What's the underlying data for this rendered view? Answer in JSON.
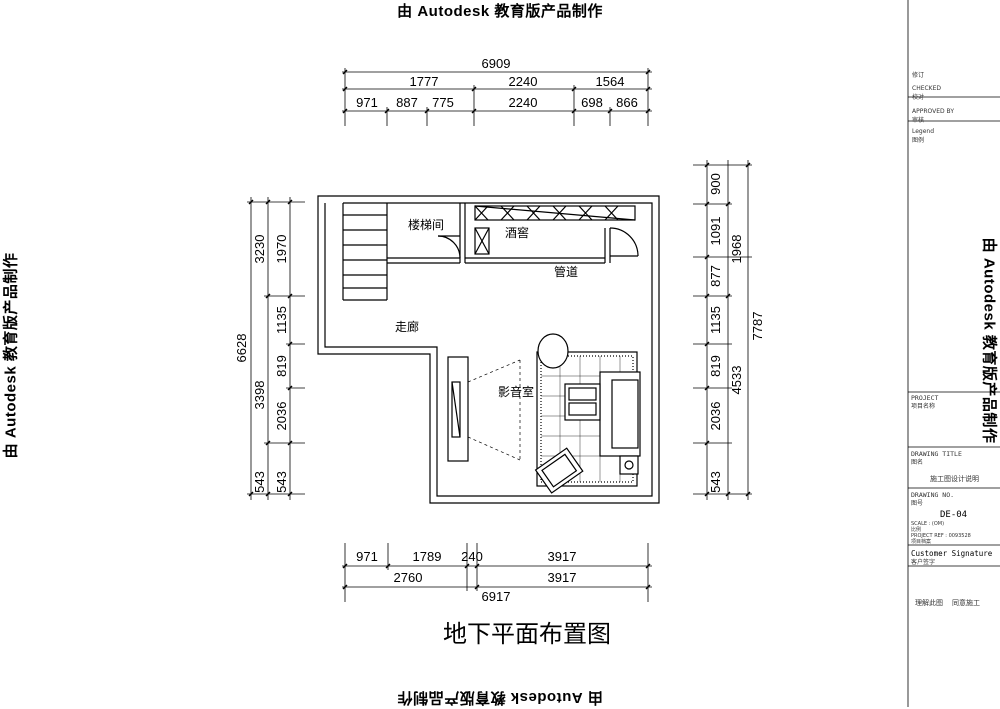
{
  "watermark": "由 Autodesk 教育版产品制作",
  "drawing_title": "地下平面布置图",
  "dimensions": {
    "top_total": "6909",
    "top_row1": [
      "1777",
      "2240",
      "1564"
    ],
    "top_row2": [
      "971",
      "887",
      "775",
      "2240",
      "698",
      "866"
    ],
    "bottom_row1": [
      "971",
      "1789",
      "240",
      "3917"
    ],
    "bottom_row2": [
      "2760",
      "3917"
    ],
    "bottom_total": "6917",
    "left_total": "6628",
    "left_row1": [
      "3230",
      "3398",
      "543"
    ],
    "left_row2": [
      "1970",
      "1135",
      "819",
      "2036"
    ],
    "right_total": "7787",
    "right_row1": [
      "1968",
      "4533"
    ],
    "right_row2": [
      "900",
      "1091",
      "877",
      "1135",
      "819",
      "2036",
      "543"
    ]
  },
  "rooms": {
    "stair": "楼梯间",
    "wine": "酒窖",
    "duct": "管道",
    "corridor": "走廊",
    "theater": "影音室"
  },
  "title_block": {
    "revision": "修订",
    "checked": "CHECKED",
    "checked_cn": "校对",
    "approved": "APPROVED BY",
    "approved_cn": "审核",
    "legend": "Legend",
    "legend_cn": "图例",
    "project": "PROJECT",
    "project_cn": "项目名称",
    "drawing_title_label": "DRAWING TITLE",
    "drawing_title_cn": "图名",
    "drawing_title_value": "施工图设计说明",
    "drawing_no_label": "DRAWING NO.",
    "drawing_no_cn": "图号",
    "drawing_no": "DE-04",
    "scale": "SCALE : (OM)",
    "scale_cn": "比例",
    "project_ref": "PROJECT REF : 0093528",
    "project_ref_cn": "项目档案",
    "customer_signature": "Customer Signature",
    "customer_cn": "客户签字",
    "confirm1": "理解此图",
    "confirm2": "同意施工"
  }
}
